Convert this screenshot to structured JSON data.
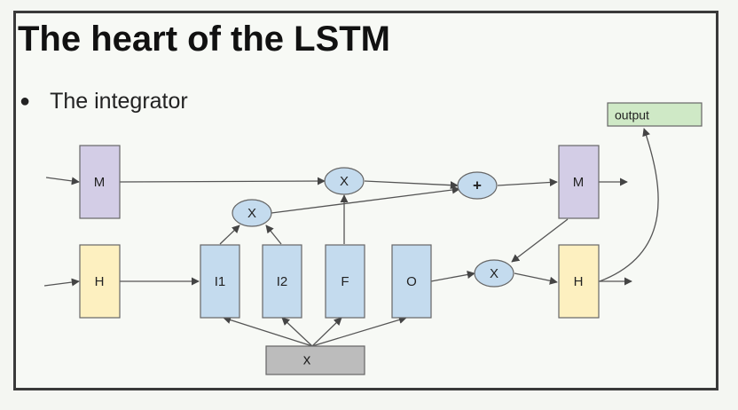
{
  "slide": {
    "title": "The heart of the LSTM",
    "bullet": "The integrator"
  },
  "diagram": {
    "nodes": {
      "m_in": "M",
      "h_in": "H",
      "i1": "I1",
      "i2": "I2",
      "f": "F",
      "o": "O",
      "input": "x",
      "mult_top": "X",
      "mult_left": "X",
      "mult_right": "X",
      "plus": "+",
      "m_out": "M",
      "h_out": "H",
      "output": "output"
    },
    "colors": {
      "memory_fill": "#d3cde6",
      "hidden_fill": "#fdf0c0",
      "gate_fill": "#c4dbee",
      "input_fill": "#bcbcbc",
      "output_fill": "#cfe9c6",
      "ellipse_fill": "#c4dbee",
      "stroke": "#555555"
    }
  }
}
